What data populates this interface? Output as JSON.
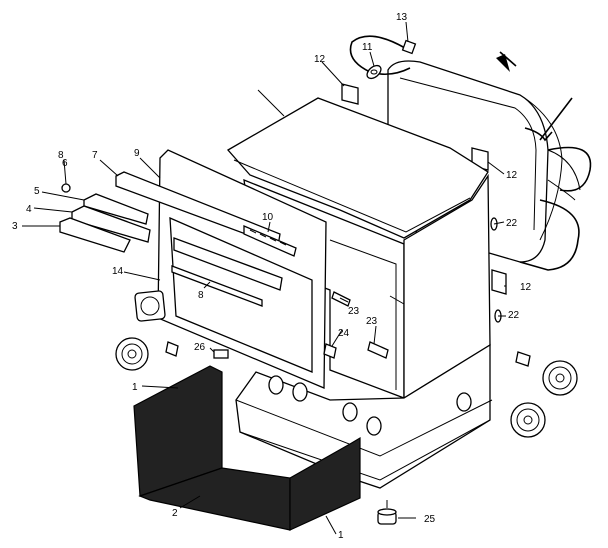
{
  "callouts": [
    {
      "id": "c13",
      "text": "13"
    },
    {
      "id": "c11",
      "text": "11"
    },
    {
      "id": "c12a",
      "text": "12"
    },
    {
      "id": "c12b",
      "text": "12"
    },
    {
      "id": "c12c",
      "text": "12"
    },
    {
      "id": "c10",
      "text": "10"
    },
    {
      "id": "c9",
      "text": "9"
    },
    {
      "id": "c8a",
      "text": "8"
    },
    {
      "id": "c8b",
      "text": "8"
    },
    {
      "id": "c7",
      "text": "7"
    },
    {
      "id": "c6",
      "text": "6"
    },
    {
      "id": "c5",
      "text": "5"
    },
    {
      "id": "c4",
      "text": "4"
    },
    {
      "id": "c3",
      "text": "3"
    },
    {
      "id": "c14",
      "text": "14"
    },
    {
      "id": "c22a",
      "text": "22"
    },
    {
      "id": "c22b",
      "text": "22"
    },
    {
      "id": "c23a",
      "text": "23"
    },
    {
      "id": "c23b",
      "text": "23"
    },
    {
      "id": "c24",
      "text": "24"
    },
    {
      "id": "c26",
      "text": "26"
    },
    {
      "id": "c1a",
      "text": "1"
    },
    {
      "id": "c1b",
      "text": "1"
    },
    {
      "id": "c2",
      "text": "2"
    },
    {
      "id": "c25",
      "text": "25"
    }
  ]
}
